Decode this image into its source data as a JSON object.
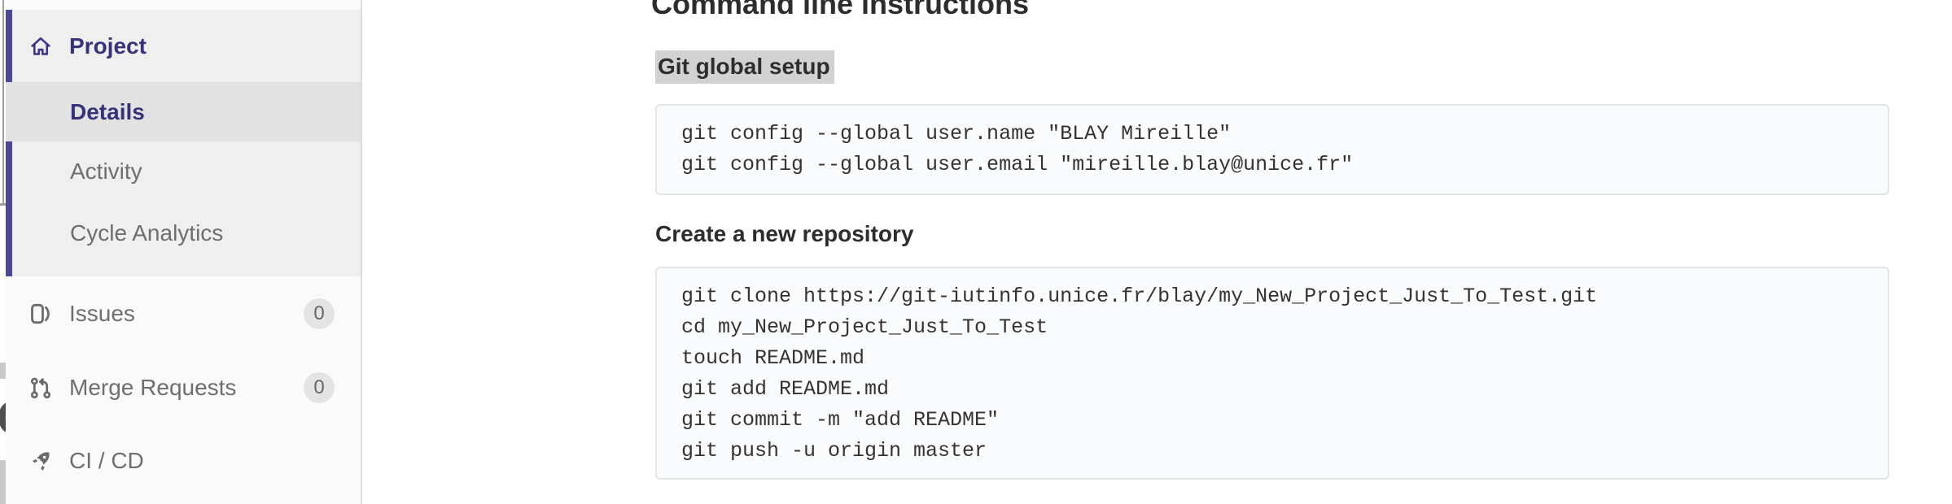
{
  "colors": {
    "indigo_accent": "#4c4999",
    "indigo_text": "#373379",
    "sidebar_bg": "#fafafa",
    "active_section_bg": "#efefef",
    "active_item_bg": "#e2e2e2",
    "muted_text": "#6e6e6e",
    "heading_text": "#2d2d2d",
    "code_bg": "#fafbfc",
    "code_border": "#e3e6e8",
    "badge_bg": "#e4e4e4",
    "selection_highlight": "#d2d2d2"
  },
  "edge_artifact": {
    "letter": "C"
  },
  "sidebar": {
    "project": {
      "label": "Project",
      "icon": "home-icon",
      "items": [
        {
          "label": "Details",
          "active": true
        },
        {
          "label": "Activity",
          "active": false
        },
        {
          "label": "Cycle Analytics",
          "active": false
        }
      ]
    },
    "items": [
      {
        "label": "Issues",
        "icon": "issues-icon",
        "badge": "0"
      },
      {
        "label": "Merge Requests",
        "icon": "merge-request-icon",
        "badge": "0"
      },
      {
        "label": "CI / CD",
        "icon": "rocket-icon"
      }
    ]
  },
  "main": {
    "title": "Command line instructions",
    "sections": [
      {
        "heading": "Git global setup",
        "heading_selected": true,
        "code": "git config --global user.name \"BLAY Mireille\"\ngit config --global user.email \"mireille.blay@unice.fr\""
      },
      {
        "heading": "Create a new repository",
        "heading_selected": false,
        "code": "git clone https://git-iutinfo.unice.fr/blay/my_New_Project_Just_To_Test.git\ncd my_New_Project_Just_To_Test\ntouch README.md\ngit add README.md\ngit commit -m \"add README\"\ngit push -u origin master"
      }
    ]
  }
}
